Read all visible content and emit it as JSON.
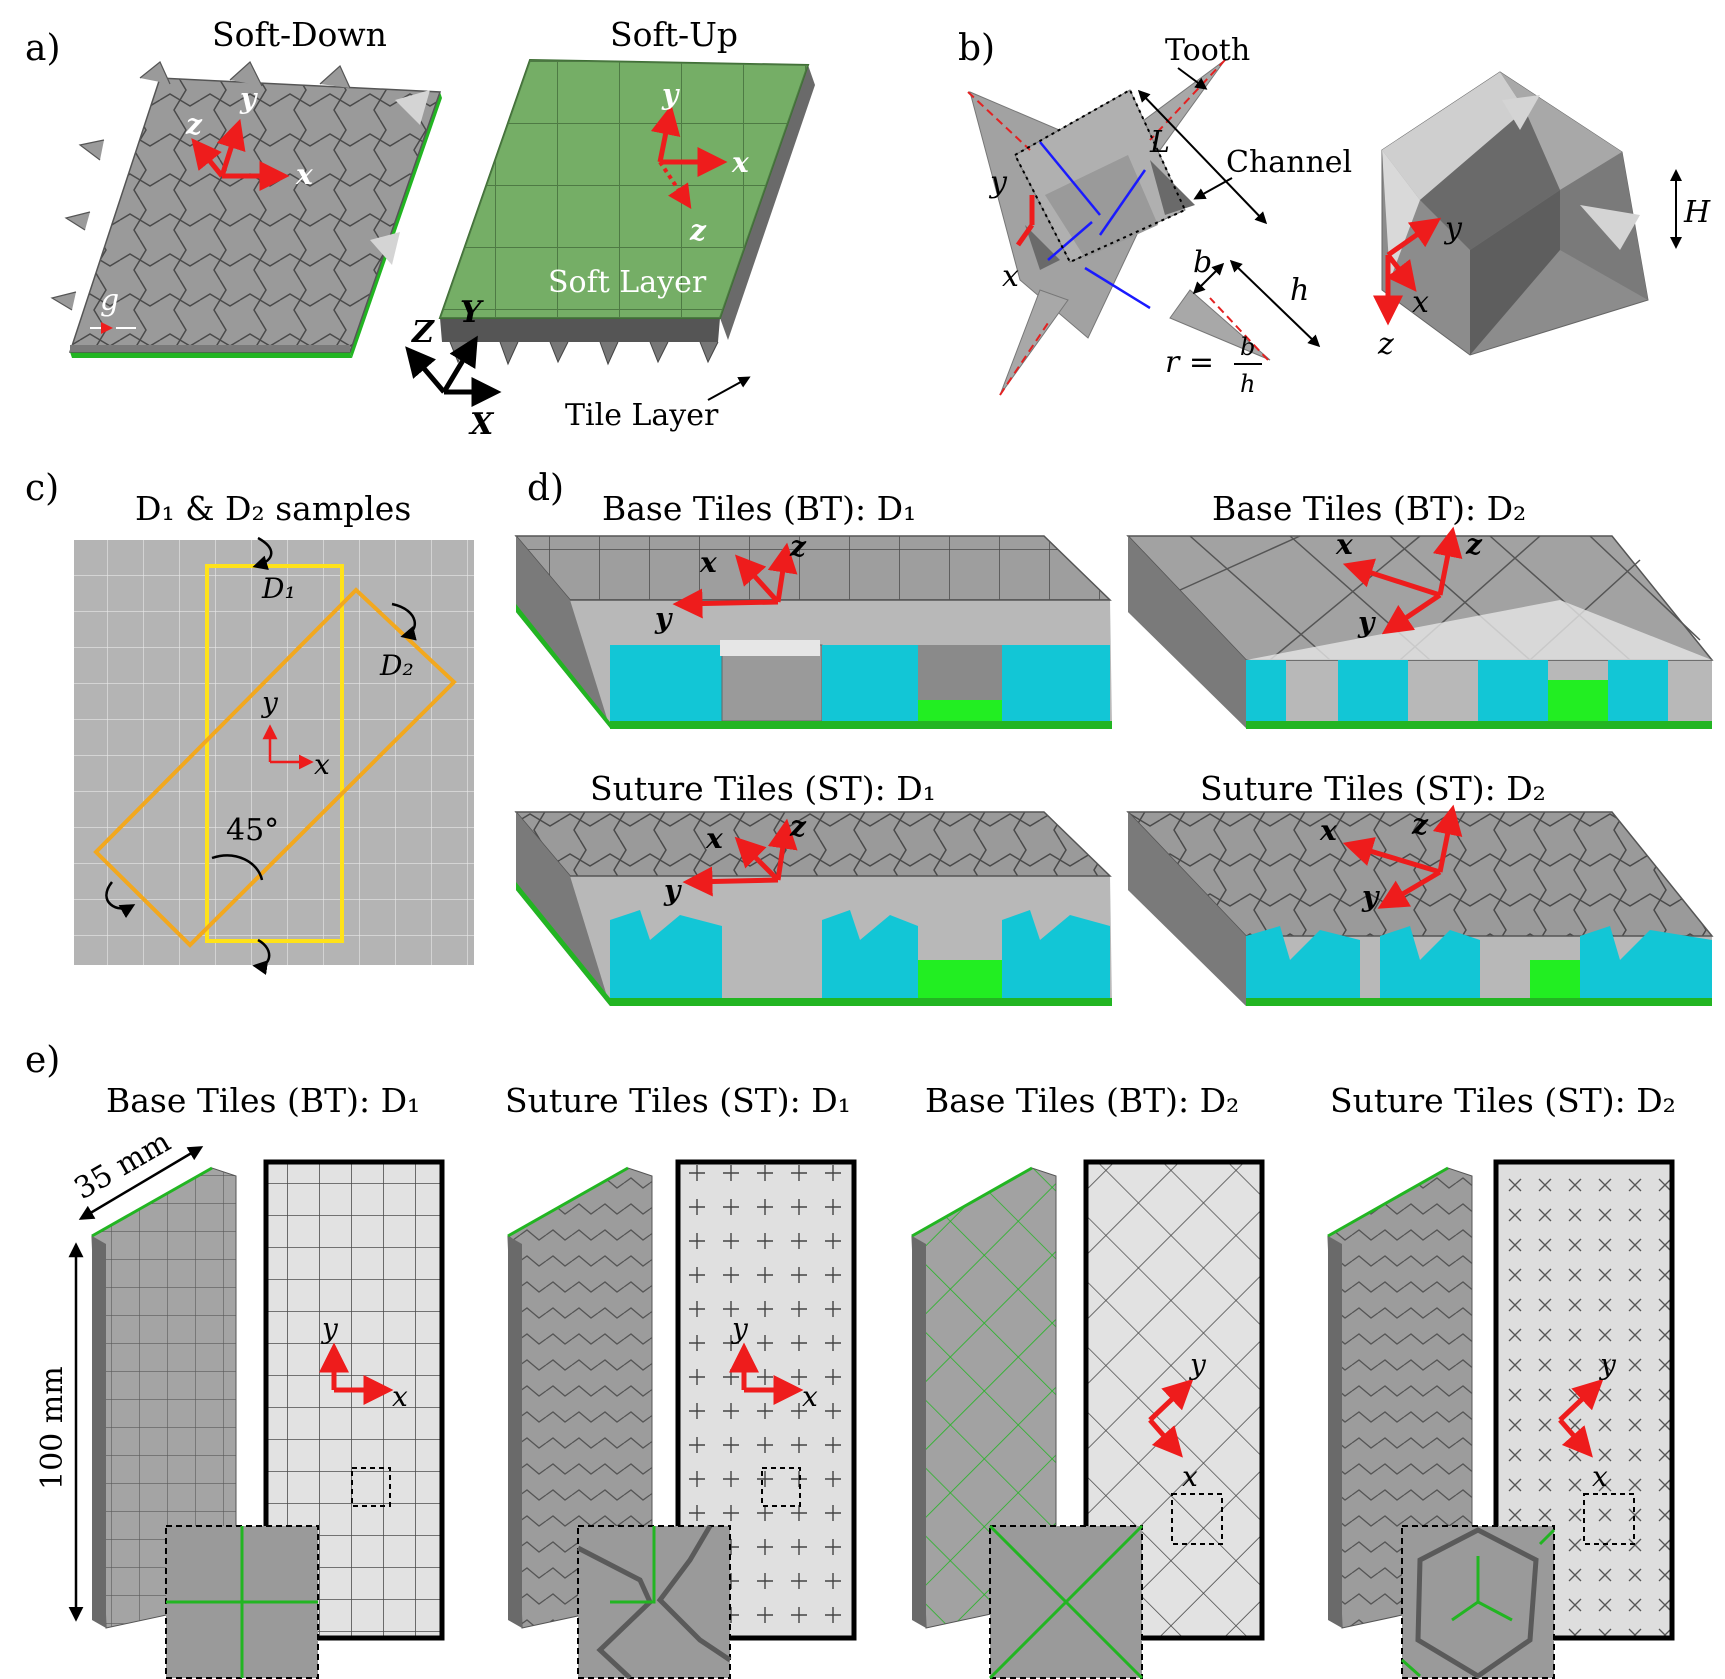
{
  "panels": {
    "a": "a)",
    "b": "b)",
    "c": "c)",
    "d": "d)",
    "e": "e)"
  },
  "a": {
    "title_left": "Soft-Down",
    "title_right": "Soft-Up",
    "soft_layer": "Soft Layer",
    "tile_layer": "Tile Layer",
    "gap": "g",
    "global_axes": {
      "x": "X",
      "y": "Y",
      "z": "Z"
    },
    "local_axes": {
      "x": "x",
      "y": "y",
      "z": "z"
    }
  },
  "b": {
    "tooth": "Tooth",
    "channel": "Channel",
    "L": "L",
    "b": "b",
    "h": "h",
    "H": "H",
    "r_label": "r =",
    "frac_num": "b",
    "frac_den": "h",
    "axes": {
      "x": "x",
      "y": "y",
      "z": "z"
    }
  },
  "c": {
    "title": "D₁ & D₂ samples",
    "d1": "D₁",
    "d2": "D₂",
    "angle": "45°",
    "axes": {
      "x": "x",
      "y": "y"
    }
  },
  "d": {
    "bt_d1": "Base Tiles (BT): D₁",
    "bt_d2": "Base Tiles (BT): D₂",
    "st_d1": "Suture Tiles (ST): D₁",
    "st_d2": "Suture Tiles (ST): D₂",
    "axes": {
      "x": "x",
      "y": "y",
      "z": "z"
    }
  },
  "e": {
    "bt_d1": "Base Tiles (BT): D₁",
    "st_d1": "Suture Tiles (ST): D₁",
    "bt_d2": "Base Tiles (BT): D₂",
    "st_d2": "Suture Tiles (ST): D₂",
    "width": "35 mm",
    "height": "100 mm",
    "axes": {
      "x": "x",
      "y": "y"
    }
  },
  "colors": {
    "tile_gray": "#a6a6a6",
    "tile_dark": "#6e6e6e",
    "soft_green": "#5f9e4f",
    "bright_green": "#22b522",
    "cyan": "#12c6d6",
    "arrow_red": "#ee1c1c",
    "d1_yellow": "#ffe21a",
    "d2_orange": "#f2a81e",
    "channel_blue": "#1a1aff"
  }
}
